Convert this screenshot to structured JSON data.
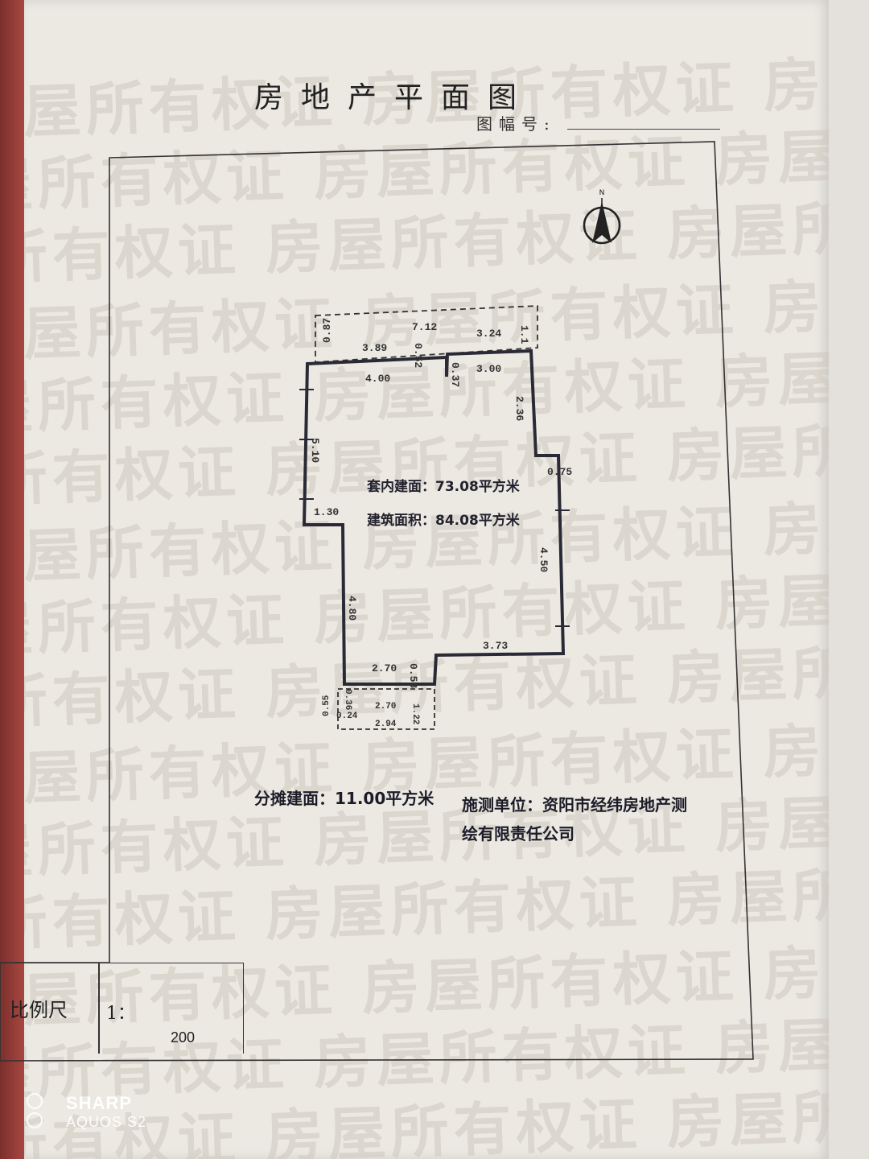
{
  "document": {
    "title": "房地产平面图",
    "sheet_number_label": "图幅号:"
  },
  "watermark_text": "房屋所有权证",
  "plan": {
    "north_label": "N",
    "dimensions": {
      "top_total": "7.12",
      "top_left": "3.89",
      "top_right": "3.24",
      "top_left_height": "0.87",
      "top_right_height": "1.1",
      "top_middle_height": "0.52",
      "room_top_left": "4.00",
      "room_top_right": "3.00",
      "room_notch": "0.37",
      "right_upper_height": "2.36",
      "left_upper_height": "5.10",
      "left_step": "1.30",
      "right_step": "0.75",
      "right_lower_height": "4.50",
      "left_lower_height": "4.80",
      "bottom_right": "3.73",
      "bottom_left": "2.70",
      "bottom_notch": "0.58",
      "annex_left_height": "0.55",
      "annex_small": "0.24",
      "annex_top_left": "0.36",
      "annex_inner": "2.70",
      "annex_outer": "2.94",
      "annex_right_height": "1.22"
    },
    "interior_area": "套内建面：73.08平方米",
    "building_area": "建筑面积：84.08平方米"
  },
  "footer": {
    "shared_area": "分摊建面：11.00平方米",
    "surveyor_line1": "施测单位：资阳市经纬房地产测",
    "surveyor_line2": "绘有限责任公司"
  },
  "scale": {
    "label": "比例尺",
    "prefix": "1：",
    "value": "200"
  },
  "camera_watermark": {
    "brand": "SHARP",
    "model": "AQUOS S2"
  }
}
